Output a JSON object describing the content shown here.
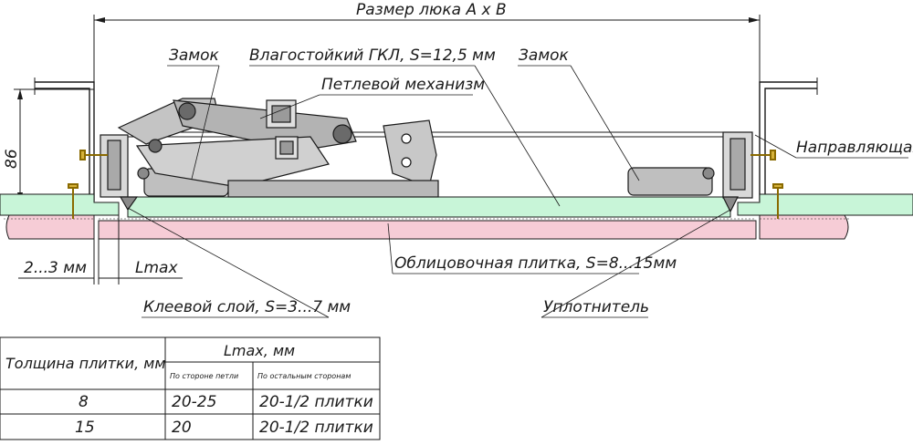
{
  "labels": {
    "dimension": "Размер люка А х В",
    "lock_left": "Замок",
    "gkl": "Влагостойкий ГКЛ, S=12,5 мм",
    "hinge": "Петлевой механизм",
    "lock_right": "Замок",
    "guide": "Направляющая",
    "height": "86",
    "gap": "2...3 мм",
    "lmax": "Lmax",
    "tile": "Облицовочная плитка, S=8...15мм",
    "adhesive": "Клеевой слой, S=3...7 мм",
    "seal": "Уплотнитель"
  },
  "table": {
    "col1_header": "Толщина плитки, мм",
    "lmax_header": "Lmax, мм",
    "sub_hinge": "По стороне петли",
    "sub_other": "По остальным сторонам",
    "rows": [
      {
        "thickness": "8",
        "hinge_side": "20-25",
        "other_sides": "20-1/2 плитки"
      },
      {
        "thickness": "15",
        "hinge_side": "20",
        "other_sides": "20-1/2 плитки"
      }
    ]
  },
  "colors": {
    "panel_green": "#c8f5d8",
    "tile_pink": "#f6ccd6",
    "metal_gray": "#bfbfbf",
    "dark_gray": "#8a8a8a",
    "line": "#1a1a1a"
  }
}
